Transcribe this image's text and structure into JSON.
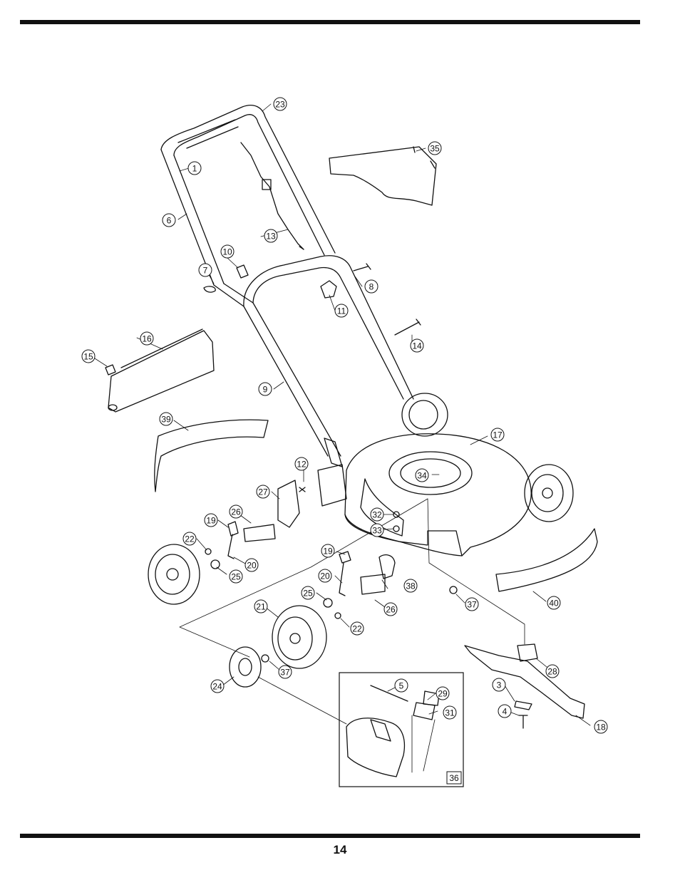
{
  "page": {
    "number": "14"
  },
  "callouts": [
    {
      "id": "c1",
      "label": "1"
    },
    {
      "id": "c3",
      "label": "3"
    },
    {
      "id": "c4",
      "label": "4"
    },
    {
      "id": "c5",
      "label": "5"
    },
    {
      "id": "c6",
      "label": "6"
    },
    {
      "id": "c7",
      "label": "7"
    },
    {
      "id": "c8",
      "label": "8"
    },
    {
      "id": "c9",
      "label": "9"
    },
    {
      "id": "c10",
      "label": "10"
    },
    {
      "id": "c11",
      "label": "11"
    },
    {
      "id": "c12",
      "label": "12"
    },
    {
      "id": "c13",
      "label": "13"
    },
    {
      "id": "c14",
      "label": "14"
    },
    {
      "id": "c15",
      "label": "15"
    },
    {
      "id": "c16",
      "label": "16"
    },
    {
      "id": "c17",
      "label": "17"
    },
    {
      "id": "c18",
      "label": "18"
    },
    {
      "id": "c19a",
      "label": "19"
    },
    {
      "id": "c19b",
      "label": "19"
    },
    {
      "id": "c20a",
      "label": "20"
    },
    {
      "id": "c20b",
      "label": "20"
    },
    {
      "id": "c21",
      "label": "21"
    },
    {
      "id": "c22a",
      "label": "22"
    },
    {
      "id": "c22b",
      "label": "22"
    },
    {
      "id": "c23",
      "label": "23"
    },
    {
      "id": "c24",
      "label": "24"
    },
    {
      "id": "c25a",
      "label": "25"
    },
    {
      "id": "c25b",
      "label": "25"
    },
    {
      "id": "c26a",
      "label": "26"
    },
    {
      "id": "c26b",
      "label": "26"
    },
    {
      "id": "c27",
      "label": "27"
    },
    {
      "id": "c28",
      "label": "28"
    },
    {
      "id": "c29",
      "label": "29"
    },
    {
      "id": "c31",
      "label": "31"
    },
    {
      "id": "c32",
      "label": "32"
    },
    {
      "id": "c33",
      "label": "33"
    },
    {
      "id": "c34",
      "label": "34"
    },
    {
      "id": "c35",
      "label": "35"
    },
    {
      "id": "c37a",
      "label": "37"
    },
    {
      "id": "c37b",
      "label": "37"
    },
    {
      "id": "c38",
      "label": "38"
    },
    {
      "id": "c39",
      "label": "39"
    },
    {
      "id": "c40",
      "label": "40"
    }
  ],
  "inset": {
    "label": "36"
  }
}
